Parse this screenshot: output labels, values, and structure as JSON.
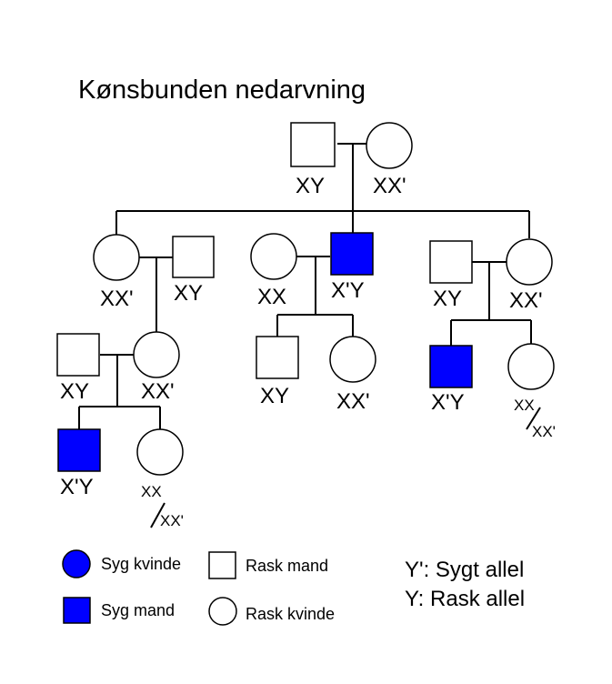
{
  "title": "Kønsbunden nedarvning",
  "colors": {
    "affected": "#0000ff",
    "line": "#000000",
    "healthy_fill": "#ffffff"
  },
  "labels": {
    "xy": "XY",
    "xx_carrier": "XX'",
    "xx": "XX",
    "x_affected_y": "X'Y"
  },
  "legend": {
    "sick_female": "Syg kvinde",
    "sick_male": "Syg mand",
    "healthy_male": "Rask mand",
    "healthy_female": "Rask kvinde"
  },
  "notes": {
    "sick_allele": "Y': Sygt allel",
    "healthy_allele": "Y: Rask allel"
  }
}
